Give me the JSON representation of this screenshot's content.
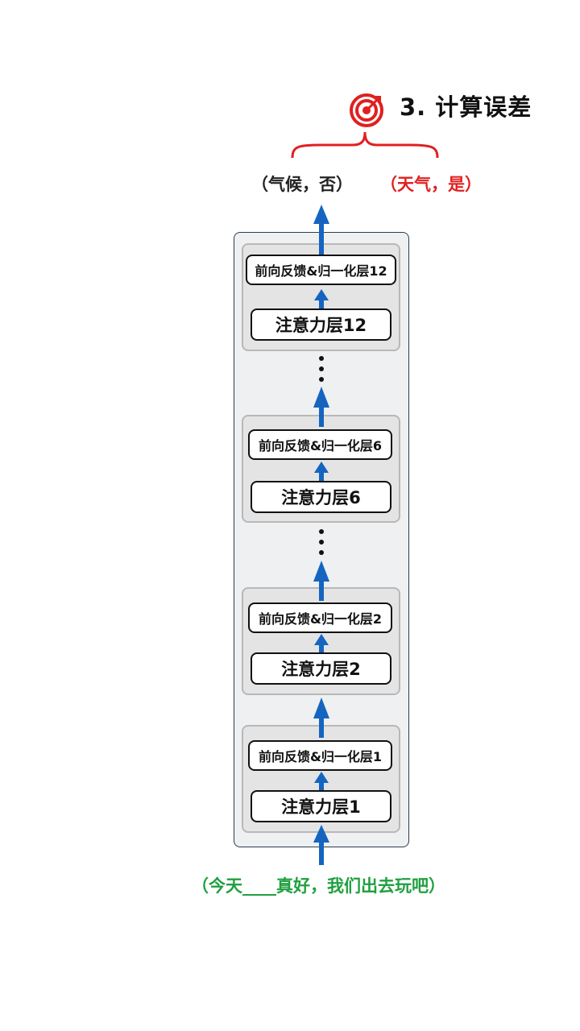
{
  "title": "3. 计算误差",
  "outputs": {
    "left": "（气候，否）",
    "right": "（天气，是）"
  },
  "input": "（今天____真好，我们出去玩吧）",
  "layers": [
    {
      "ffn": "前向反馈&归一化层12",
      "attention": "注意力层12"
    },
    {
      "ffn": "前向反馈&归一化层6",
      "attention": "注意力层6"
    },
    {
      "ffn": "前向反馈&归一化层2",
      "attention": "注意力层2"
    },
    {
      "ffn": "前向反馈&归一化层1",
      "attention": "注意力层1"
    }
  ],
  "icons": [
    "target-icon"
  ],
  "colors": {
    "arrow": "#1565c0",
    "error": "#e02020",
    "input": "#20a040"
  }
}
